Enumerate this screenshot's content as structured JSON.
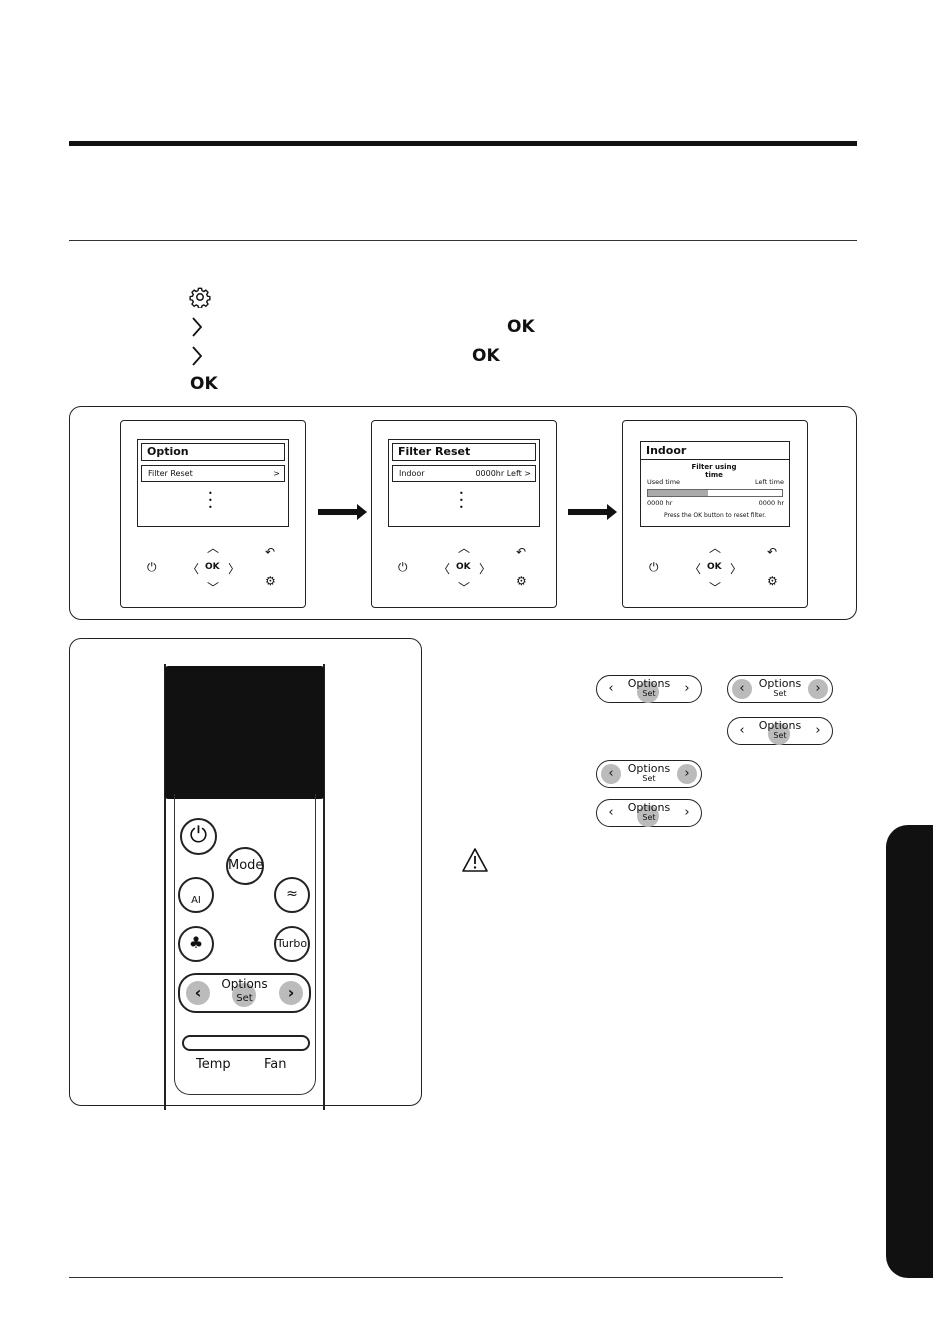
{
  "steps": {
    "step1_icon": "gear-icon",
    "step2_icon": "chevron-right-icon",
    "step2_ok": "OK",
    "step3_icon": "chevron-right-icon",
    "step3_ok": "OK",
    "step4_ok": "OK"
  },
  "panels": [
    {
      "title": "Option",
      "row_label": "Filter Reset",
      "row_value": ">",
      "ok": "OK"
    },
    {
      "title": "Filter Reset",
      "row_label": "Indoor",
      "row_value": "0000hr Left >",
      "ok": "OK"
    },
    {
      "title": "Indoor",
      "heading": "Filter using time",
      "used_label": "Used time",
      "left_label": "Left time",
      "used_value": "0000 hr",
      "left_value": "0000 hr",
      "progress": 0.45,
      "footer": "Press the OK button to reset filter.",
      "ok": "OK"
    }
  ],
  "remote": {
    "mode_label": "Mode",
    "ai_label": "AI",
    "turbo_label": "Turbo",
    "options_label": "Options",
    "set_label": "Set",
    "temp_label": "Temp",
    "fan_label": "Fan"
  },
  "pills": {
    "options_label": "Options",
    "set_label": "Set"
  }
}
